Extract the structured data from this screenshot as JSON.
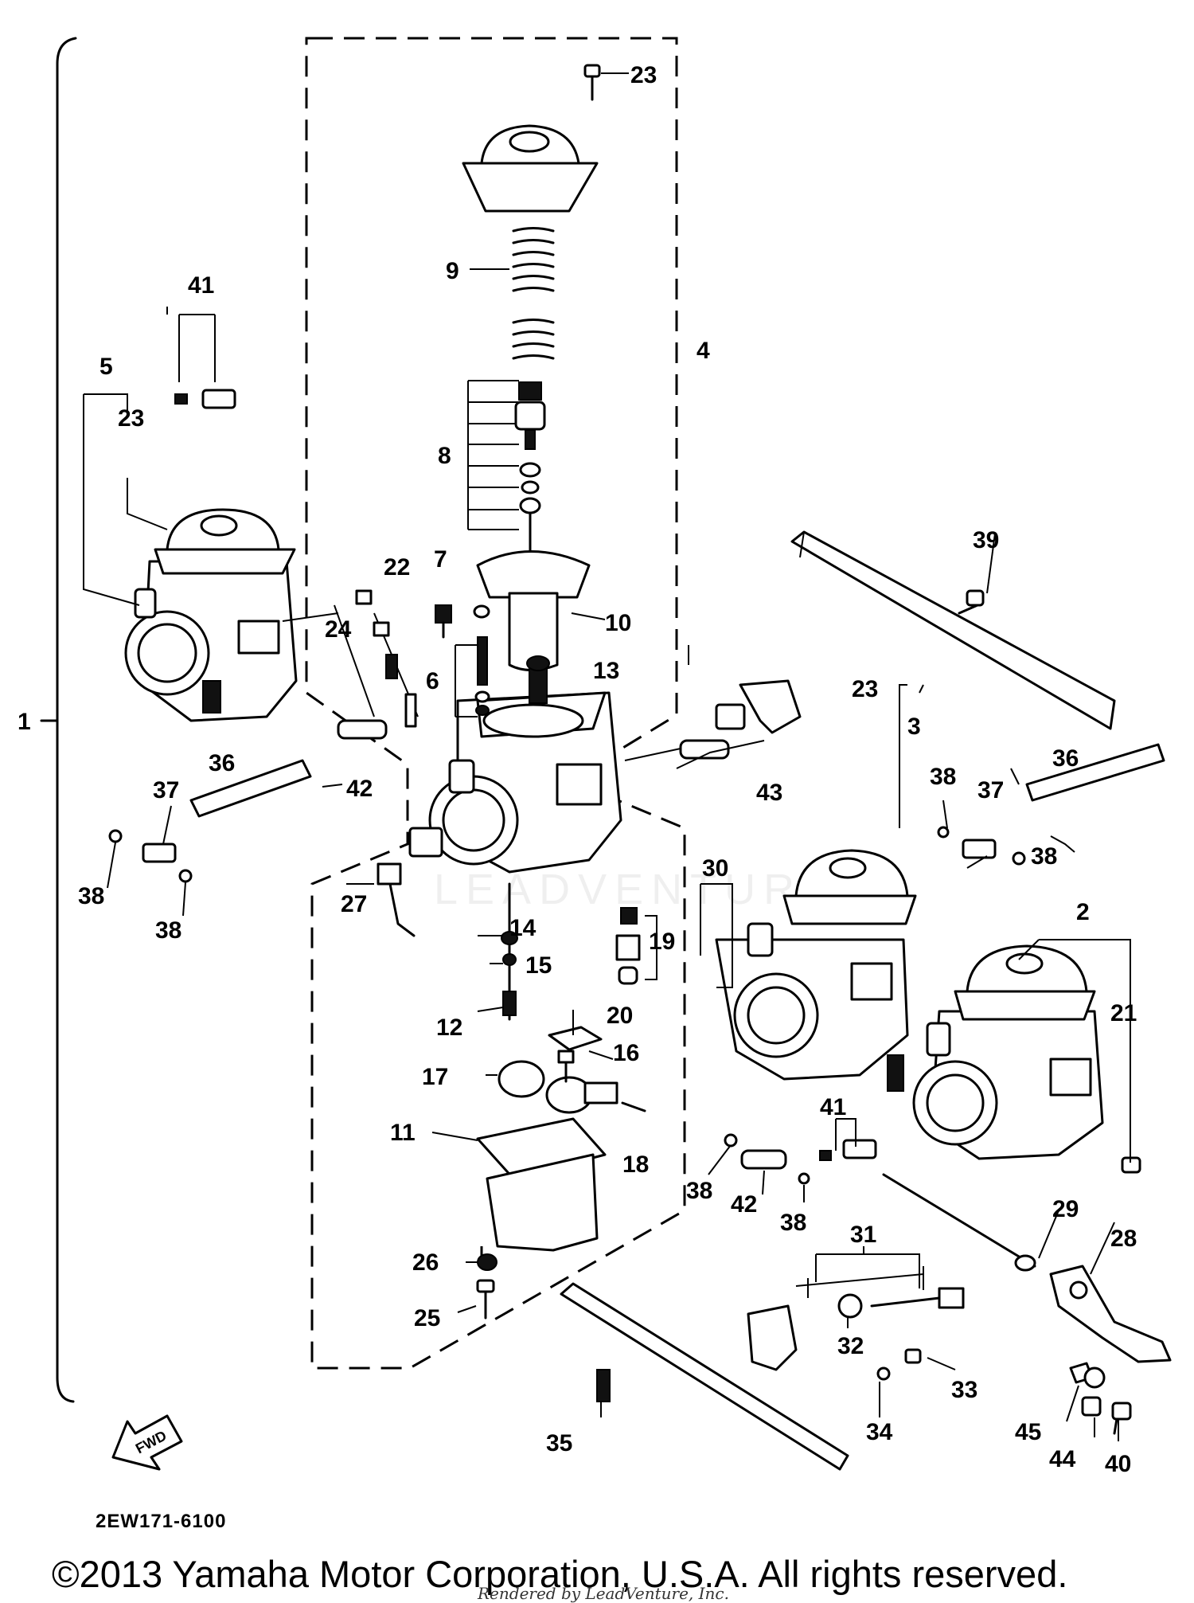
{
  "diagram": {
    "part_code": "2EW171-6100",
    "copyright": "©2013 Yamaha Motor Corporation, U.S.A. All rights reserved.",
    "render_credit": "Rendered by LeadVenture, Inc.",
    "watermark": "LEADVENTURE",
    "find_arrow_label": "FWD",
    "callouts": [
      {
        "id": "c1",
        "label": "1"
      },
      {
        "id": "c2",
        "label": "2"
      },
      {
        "id": "c3",
        "label": "3"
      },
      {
        "id": "c4",
        "label": "4"
      },
      {
        "id": "c5",
        "label": "5"
      },
      {
        "id": "c6",
        "label": "6"
      },
      {
        "id": "c7",
        "label": "7"
      },
      {
        "id": "c8",
        "label": "8"
      },
      {
        "id": "c9",
        "label": "9"
      },
      {
        "id": "c10",
        "label": "10"
      },
      {
        "id": "c11",
        "label": "11"
      },
      {
        "id": "c12",
        "label": "12"
      },
      {
        "id": "c13",
        "label": "13"
      },
      {
        "id": "c14",
        "label": "14"
      },
      {
        "id": "c15",
        "label": "15"
      },
      {
        "id": "c16",
        "label": "16"
      },
      {
        "id": "c17",
        "label": "17"
      },
      {
        "id": "c18",
        "label": "18"
      },
      {
        "id": "c19",
        "label": "19"
      },
      {
        "id": "c20",
        "label": "20"
      },
      {
        "id": "c21",
        "label": "21"
      },
      {
        "id": "c22",
        "label": "22"
      },
      {
        "id": "c23a",
        "label": "23"
      },
      {
        "id": "c23b",
        "label": "23"
      },
      {
        "id": "c23c",
        "label": "23"
      },
      {
        "id": "c24",
        "label": "24"
      },
      {
        "id": "c25",
        "label": "25"
      },
      {
        "id": "c26",
        "label": "26"
      },
      {
        "id": "c27",
        "label": "27"
      },
      {
        "id": "c28",
        "label": "28"
      },
      {
        "id": "c29",
        "label": "29"
      },
      {
        "id": "c30",
        "label": "30"
      },
      {
        "id": "c31",
        "label": "31"
      },
      {
        "id": "c32",
        "label": "32"
      },
      {
        "id": "c33",
        "label": "33"
      },
      {
        "id": "c34",
        "label": "34"
      },
      {
        "id": "c35",
        "label": "35"
      },
      {
        "id": "c36a",
        "label": "36"
      },
      {
        "id": "c36b",
        "label": "36"
      },
      {
        "id": "c37a",
        "label": "37"
      },
      {
        "id": "c37b",
        "label": "37"
      },
      {
        "id": "c38a",
        "label": "38"
      },
      {
        "id": "c38b",
        "label": "38"
      },
      {
        "id": "c38c",
        "label": "38"
      },
      {
        "id": "c38d",
        "label": "38"
      },
      {
        "id": "c38e",
        "label": "38"
      },
      {
        "id": "c38f",
        "label": "38"
      },
      {
        "id": "c39",
        "label": "39"
      },
      {
        "id": "c40",
        "label": "40"
      },
      {
        "id": "c41a",
        "label": "41"
      },
      {
        "id": "c41b",
        "label": "41"
      },
      {
        "id": "c42a",
        "label": "42"
      },
      {
        "id": "c42b",
        "label": "42"
      },
      {
        "id": "c43",
        "label": "43"
      },
      {
        "id": "c44",
        "label": "44"
      },
      {
        "id": "c45",
        "label": "45"
      }
    ]
  }
}
